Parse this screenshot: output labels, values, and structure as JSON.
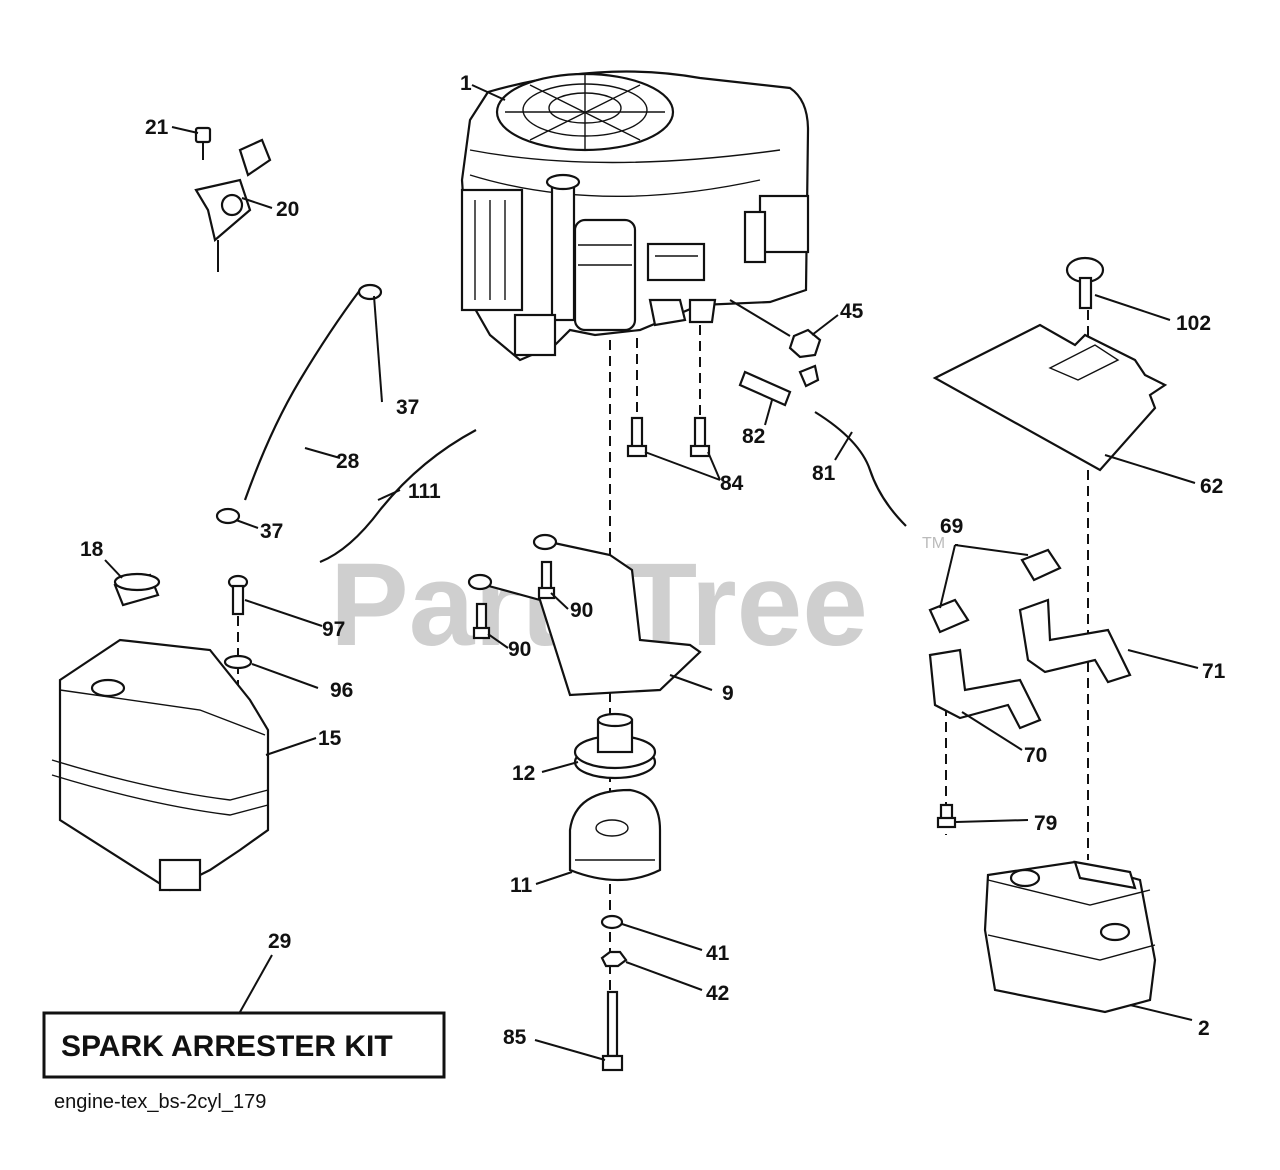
{
  "watermark": {
    "text": "PartsTree",
    "trademark": "TM"
  },
  "kit_label": "SPARK ARRESTER KIT",
  "footer_code": "engine-tex_bs-2cyl_179",
  "callouts": {
    "c1": "1",
    "c2": "2",
    "c9": "9",
    "c11": "11",
    "c12": "12",
    "c15": "15",
    "c18": "18",
    "c20": "20",
    "c21": "21",
    "c28": "28",
    "c29": "29",
    "c37a": "37",
    "c37b": "37",
    "c41": "41",
    "c42": "42",
    "c45": "45",
    "c62": "62",
    "c69": "69",
    "c70": "70",
    "c71": "71",
    "c79": "79",
    "c81": "81",
    "c82": "82",
    "c84": "84",
    "c85": "85",
    "c90a": "90",
    "c90b": "90",
    "c96": "96",
    "c97": "97",
    "c102": "102",
    "c111": "111"
  }
}
